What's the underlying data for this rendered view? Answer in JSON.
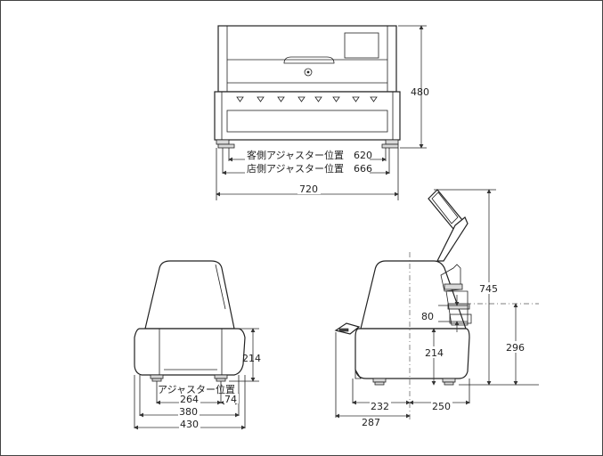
{
  "front_view": {
    "height": "480",
    "guest_adjuster": "客側アジャスター位置　620",
    "shop_adjuster": "店側アジャスター位置　666",
    "width": "720"
  },
  "side_view_left": {
    "height": "214",
    "adjuster_label": "アジャスター位置",
    "dim_264": "264",
    "dim_74": "74",
    "dim_380": "380",
    "dim_430": "430"
  },
  "side_view_right": {
    "dim_745": "745",
    "dim_80": "80",
    "dim_296": "296",
    "dim_214": "214",
    "dim_232": "232",
    "dim_250": "250",
    "dim_287": "287"
  }
}
